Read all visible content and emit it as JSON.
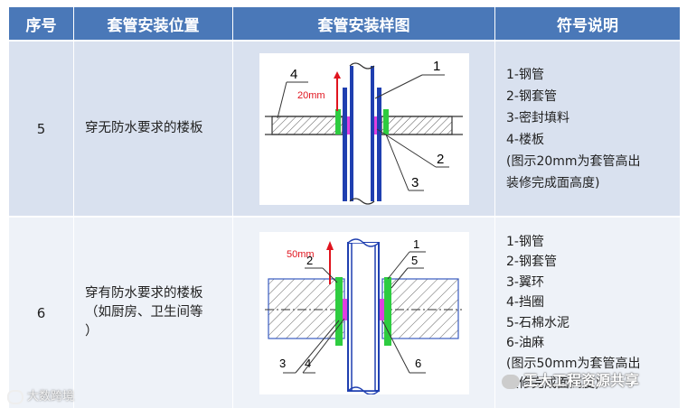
{
  "headers": [
    "序号",
    "套管安装位置",
    "套管安装样图",
    "符号说明"
  ],
  "rows": [
    {
      "num": "5",
      "position": [
        "穿无防水要求的楼板"
      ],
      "diagram": {
        "dim": "20mm",
        "labels": [
          "4",
          "1",
          "2",
          "3"
        ]
      },
      "legend": [
        "1-钢管",
        "2-钢套管",
        "3-密封填料",
        "4-楼板",
        "(图示20mm为套管高出",
        "装修完成面高度)"
      ]
    },
    {
      "num": "6",
      "position": [
        "穿有防水要求的楼板",
        "（如厨房、卫生间等",
        "）"
      ],
      "diagram": {
        "dim": "50mm",
        "labels": [
          "1",
          "2",
          "5",
          "3",
          "4",
          "6"
        ]
      },
      "legend": [
        "1-钢管",
        "2-钢套管",
        "3-翼环",
        "4-挡圈",
        "5-石棉水泥",
        "6-油麻",
        "(图示50mm为套管高出",
        "装修完成面高度)"
      ]
    }
  ],
  "watermarks": [
    "王大工程资源共享",
    "大数跨境"
  ],
  "colors": {
    "header": "#4a78b8",
    "row1": "#d9e1ef",
    "row2": "#eef2f8",
    "arrow": "#e0141e",
    "pipe": "#1f3fb0",
    "seal": "#e040e0",
    "ring": "#2ecc40"
  }
}
